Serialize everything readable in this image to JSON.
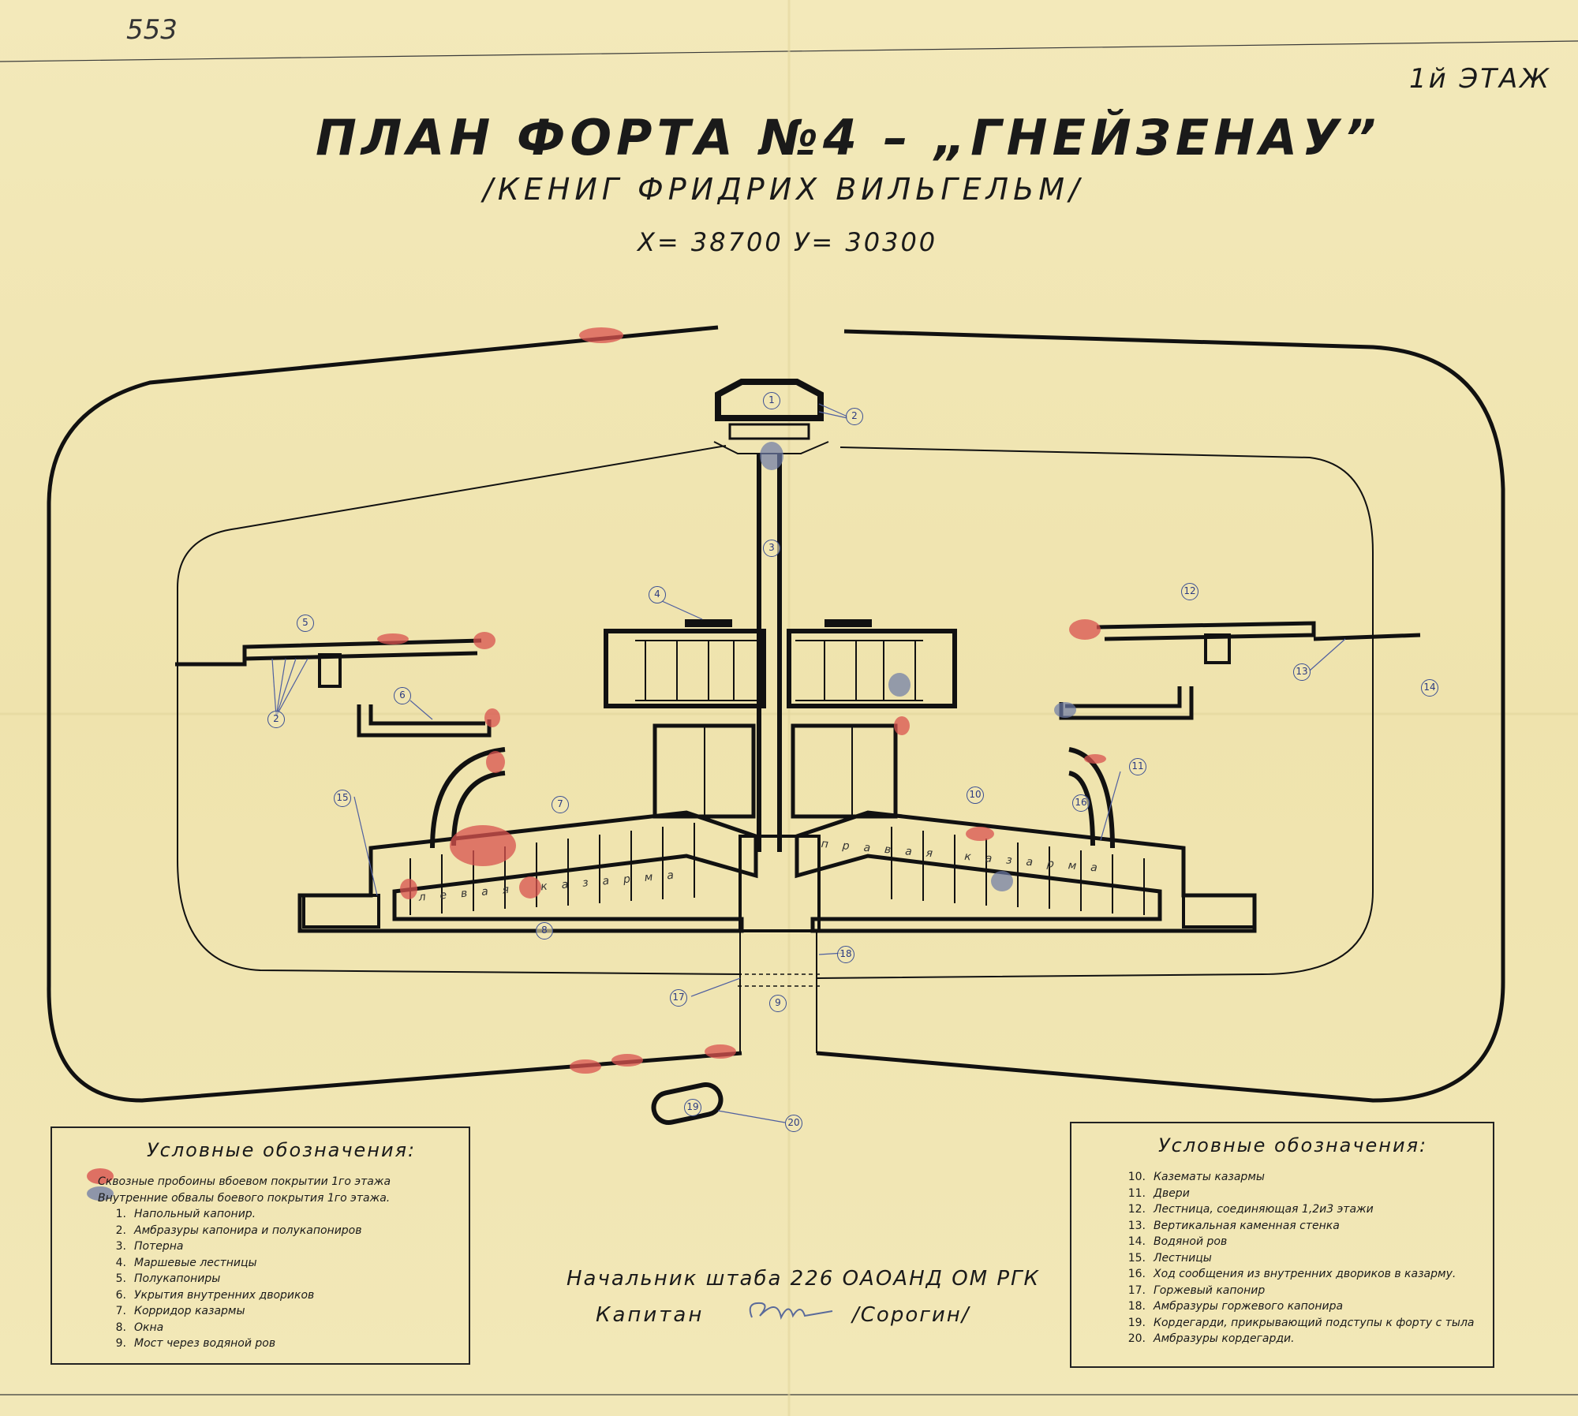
{
  "archive_number": "553",
  "floor_label": "1й ЭТАЖ",
  "title": "ПЛАН ФОРТА №4 – „ГНЕЙЗЕНАУ”",
  "subtitle": "/КЕНИГ ФРИДРИХ ВИЛЬГЕЛЬМ/",
  "coordinates": "Х= 38700   У= 30300",
  "plan_labels": {
    "left_barracks": "левая казарма",
    "right_barracks": "правая казарма"
  },
  "callouts": [
    "1",
    "2",
    "2",
    "3",
    "4",
    "5",
    "6",
    "7",
    "8",
    "9",
    "10",
    "11",
    "12",
    "13",
    "14",
    "15",
    "16",
    "17",
    "18",
    "19",
    "20"
  ],
  "colors": {
    "paper": "#f1e7b6",
    "ink": "#1a1a1a",
    "breach_red": "#d9534f",
    "collapse_blue": "#6c7aa6",
    "callout_blue": "#3b4f93"
  },
  "legend_left": {
    "title": "Условные обозначения:",
    "items": [
      {
        "num": "",
        "swatch": "red",
        "text": "Сквозные пробоины вбоевом покрытии 1го этажа"
      },
      {
        "num": "",
        "swatch": "blue",
        "text": "Внутренние обвалы боевого покрытия 1го этажа."
      },
      {
        "num": "1.",
        "text": "Напольный капонир."
      },
      {
        "num": "2.",
        "text": "Амбразуры капонира и полукапониров"
      },
      {
        "num": "3.",
        "text": "Потерна"
      },
      {
        "num": "4.",
        "text": "Маршевые лестницы"
      },
      {
        "num": "5.",
        "text": "Полукапониры"
      },
      {
        "num": "6.",
        "text": "Укрытия внутренних двориков"
      },
      {
        "num": "7.",
        "text": "Корридор казармы"
      },
      {
        "num": "8.",
        "text": "Окна"
      },
      {
        "num": "9.",
        "text": "Мост через водяной ров"
      }
    ]
  },
  "legend_right": {
    "title": "Условные обозначения:",
    "items": [
      {
        "num": "10.",
        "text": "Казематы казармы"
      },
      {
        "num": "11.",
        "text": "Двери"
      },
      {
        "num": "12.",
        "text": "Лестница, соединяющая 1,2и3 этажи"
      },
      {
        "num": "13.",
        "text": "Вертикальная каменная стенка"
      },
      {
        "num": "14.",
        "text": "Водяной ров"
      },
      {
        "num": "15.",
        "text": "Лестницы"
      },
      {
        "num": "16.",
        "text": "Ход сообщения из внутренних двориков в казарму."
      },
      {
        "num": "17.",
        "text": "Горжевый капонир"
      },
      {
        "num": "18.",
        "text": "Амбразуры горжевого капонира"
      },
      {
        "num": "19.",
        "text": "Кордегарди, прикрывающий подступы к форту с тыла"
      },
      {
        "num": "20.",
        "text": "Амбразуры кордегарди."
      }
    ]
  },
  "signature": {
    "line1": "Начальник штаба 226 ОАОАНД ОМ РГК",
    "line2": "Капитан",
    "line3": "/Сорогин/"
  }
}
